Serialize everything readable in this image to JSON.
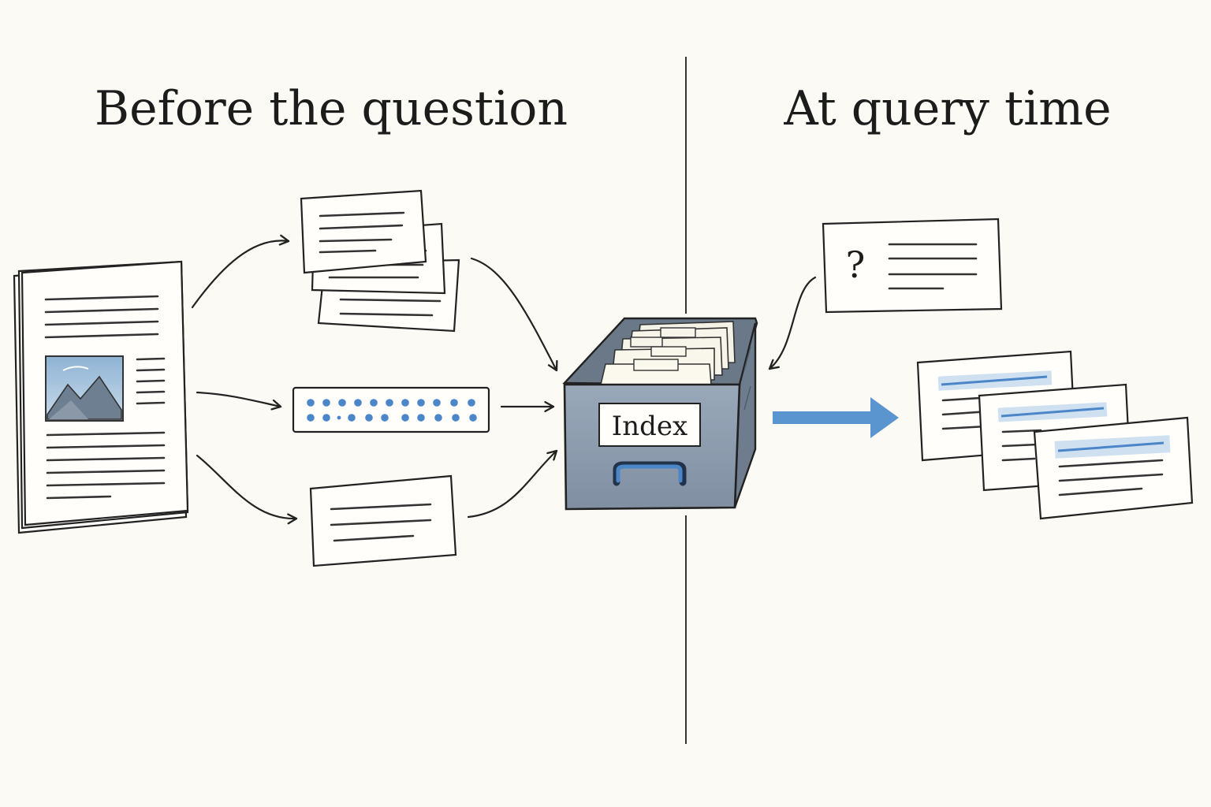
{
  "headings": {
    "left": "Before the question",
    "right": "At query time"
  },
  "index_box": {
    "label": "Index"
  },
  "query_card": {
    "symbol": "?"
  },
  "icons": {
    "source_document": "document-with-image-icon",
    "chunk_stack": "text-card-stack-icon",
    "embedding": "vector-dots-icon",
    "summary": "text-card-icon",
    "index": "file-drawer-icon",
    "query": "question-card-icon",
    "results": "highlighted-result-cards-icon"
  },
  "colors": {
    "background": "#fbfaf4",
    "accent_blue": "#4a86c8",
    "drawer_gray": "#8d9cad",
    "ink": "#222222"
  }
}
